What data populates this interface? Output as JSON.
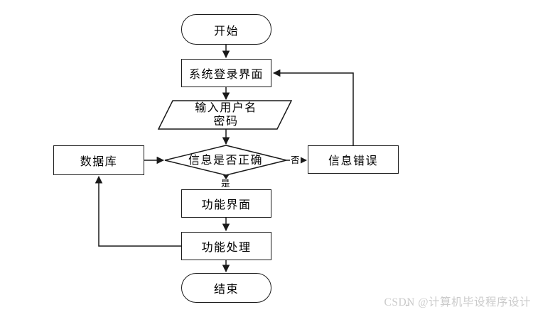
{
  "flowchart": {
    "nodes": {
      "start": {
        "label": "开始",
        "shape": "terminator"
      },
      "login": {
        "label": "系统登录界面",
        "shape": "process"
      },
      "input": {
        "lines": [
          "输入用户名",
          "密码"
        ],
        "shape": "io-parallelogram"
      },
      "decision": {
        "label": "信息是否正确",
        "shape": "decision-diamond"
      },
      "database": {
        "label": "数据库",
        "shape": "process"
      },
      "error": {
        "label": "信息错误",
        "shape": "process"
      },
      "func_ui": {
        "label": "功能界面",
        "shape": "process"
      },
      "func_proc": {
        "label": "功能处理",
        "shape": "process"
      },
      "end": {
        "label": "结束",
        "shape": "terminator"
      }
    },
    "edge_labels": {
      "yes": "是",
      "no": "否"
    },
    "edges": [
      {
        "from": "start",
        "to": "login"
      },
      {
        "from": "login",
        "to": "input"
      },
      {
        "from": "input",
        "to": "decision"
      },
      {
        "from": "database",
        "to": "decision"
      },
      {
        "from": "decision",
        "to": "error",
        "label": "否"
      },
      {
        "from": "decision",
        "to": "func_ui",
        "label": "是"
      },
      {
        "from": "error",
        "to": "login"
      },
      {
        "from": "func_ui",
        "to": "func_proc"
      },
      {
        "from": "func_proc",
        "to": "end"
      },
      {
        "from": "func_proc",
        "to": "database"
      }
    ],
    "colors": {
      "stroke": "#1a1a1a",
      "node_fill": "#ffffff",
      "text": "#000000"
    }
  },
  "watermark": {
    "text": "CSDN @计算机毕设程序设计",
    "color": "#cbcbcb",
    "return_mark": "↵"
  }
}
